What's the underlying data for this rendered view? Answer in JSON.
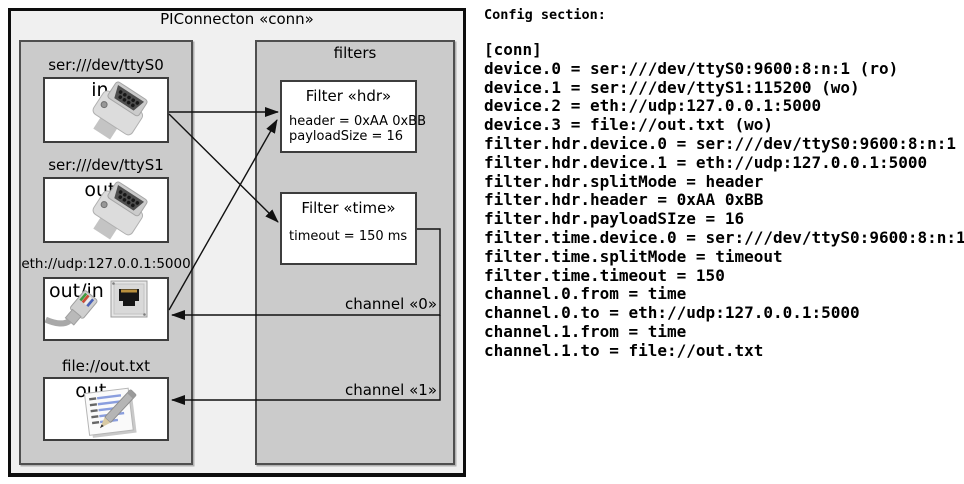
{
  "diagram": {
    "title": "PIConnecton «conn»",
    "devices_panel": {
      "devices": [
        {
          "uri": "ser:///dev/ttyS0",
          "mode": "in",
          "icon": "serial-connector"
        },
        {
          "uri": "ser:///dev/ttyS1",
          "mode": "out",
          "icon": "serial-connector"
        },
        {
          "uri": "eth://udp:127.0.0.1:5000",
          "mode": "out/in",
          "icon": "ethernet-port-and-cable"
        },
        {
          "uri": "file://out.txt",
          "mode": "out",
          "icon": "notepad-pencil"
        }
      ]
    },
    "filters_panel": {
      "label": "filters",
      "filters": [
        {
          "title": "Filter «hdr»",
          "params": [
            "header = 0xAA 0xBB",
            "payloadSize = 16"
          ]
        },
        {
          "title": "Filter «time»",
          "params": [
            "timeout = 150 ms"
          ]
        }
      ]
    },
    "channels": [
      {
        "label": "channel «0»"
      },
      {
        "label": "channel «1»"
      }
    ],
    "colors": {
      "outer_fill": "#f0f0f0",
      "group_fill": "#cbcbcb",
      "box_fill": "#ffffff",
      "line": "#111111"
    }
  },
  "config": {
    "heading": "Config section:",
    "lines": [
      "[conn]",
      "device.0 = ser:///dev/ttyS0:9600:8:n:1 (ro)",
      "device.1 = ser:///dev/ttyS1:115200 (wo)",
      "device.2 = eth://udp:127.0.0.1:5000",
      "device.3 = file://out.txt (wo)",
      "filter.hdr.device.0 = ser:///dev/ttyS0:9600:8:n:1",
      "filter.hdr.device.1 = eth://udp:127.0.0.1:5000",
      "filter.hdr.splitMode = header",
      "filter.hdr.header = 0xAA 0xBB",
      "filter.hdr.payloadSIze = 16",
      "filter.time.device.0 = ser:///dev/ttyS0:9600:8:n:1",
      "filter.time.splitMode = timeout",
      "filter.time.timeout = 150",
      "channel.0.from = time",
      "channel.0.to = eth://udp:127.0.0.1:5000",
      "channel.1.from = time",
      "channel.1.to = file://out.txt"
    ]
  }
}
